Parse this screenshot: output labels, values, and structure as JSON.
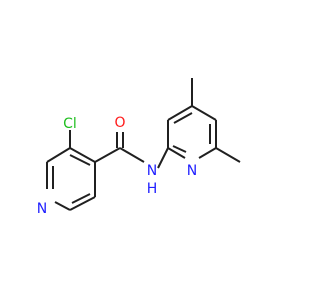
{
  "molecule": {
    "atoms": {
      "chlorine": {
        "symbol": "Cl",
        "color": "#1fbf1f"
      },
      "oxygen": {
        "symbol": "O",
        "color": "#ff1a1a"
      },
      "amide_nh": {
        "symbol": "N",
        "h_symbol": "H",
        "color": "#2020ff"
      },
      "pyridine_n_left": {
        "symbol": "N",
        "color": "#2020ff"
      },
      "pyridine_n_right": {
        "symbol": "N",
        "color": "#2020ff"
      }
    },
    "colors": {
      "bond": "#202020",
      "background": "#ffffff"
    }
  }
}
